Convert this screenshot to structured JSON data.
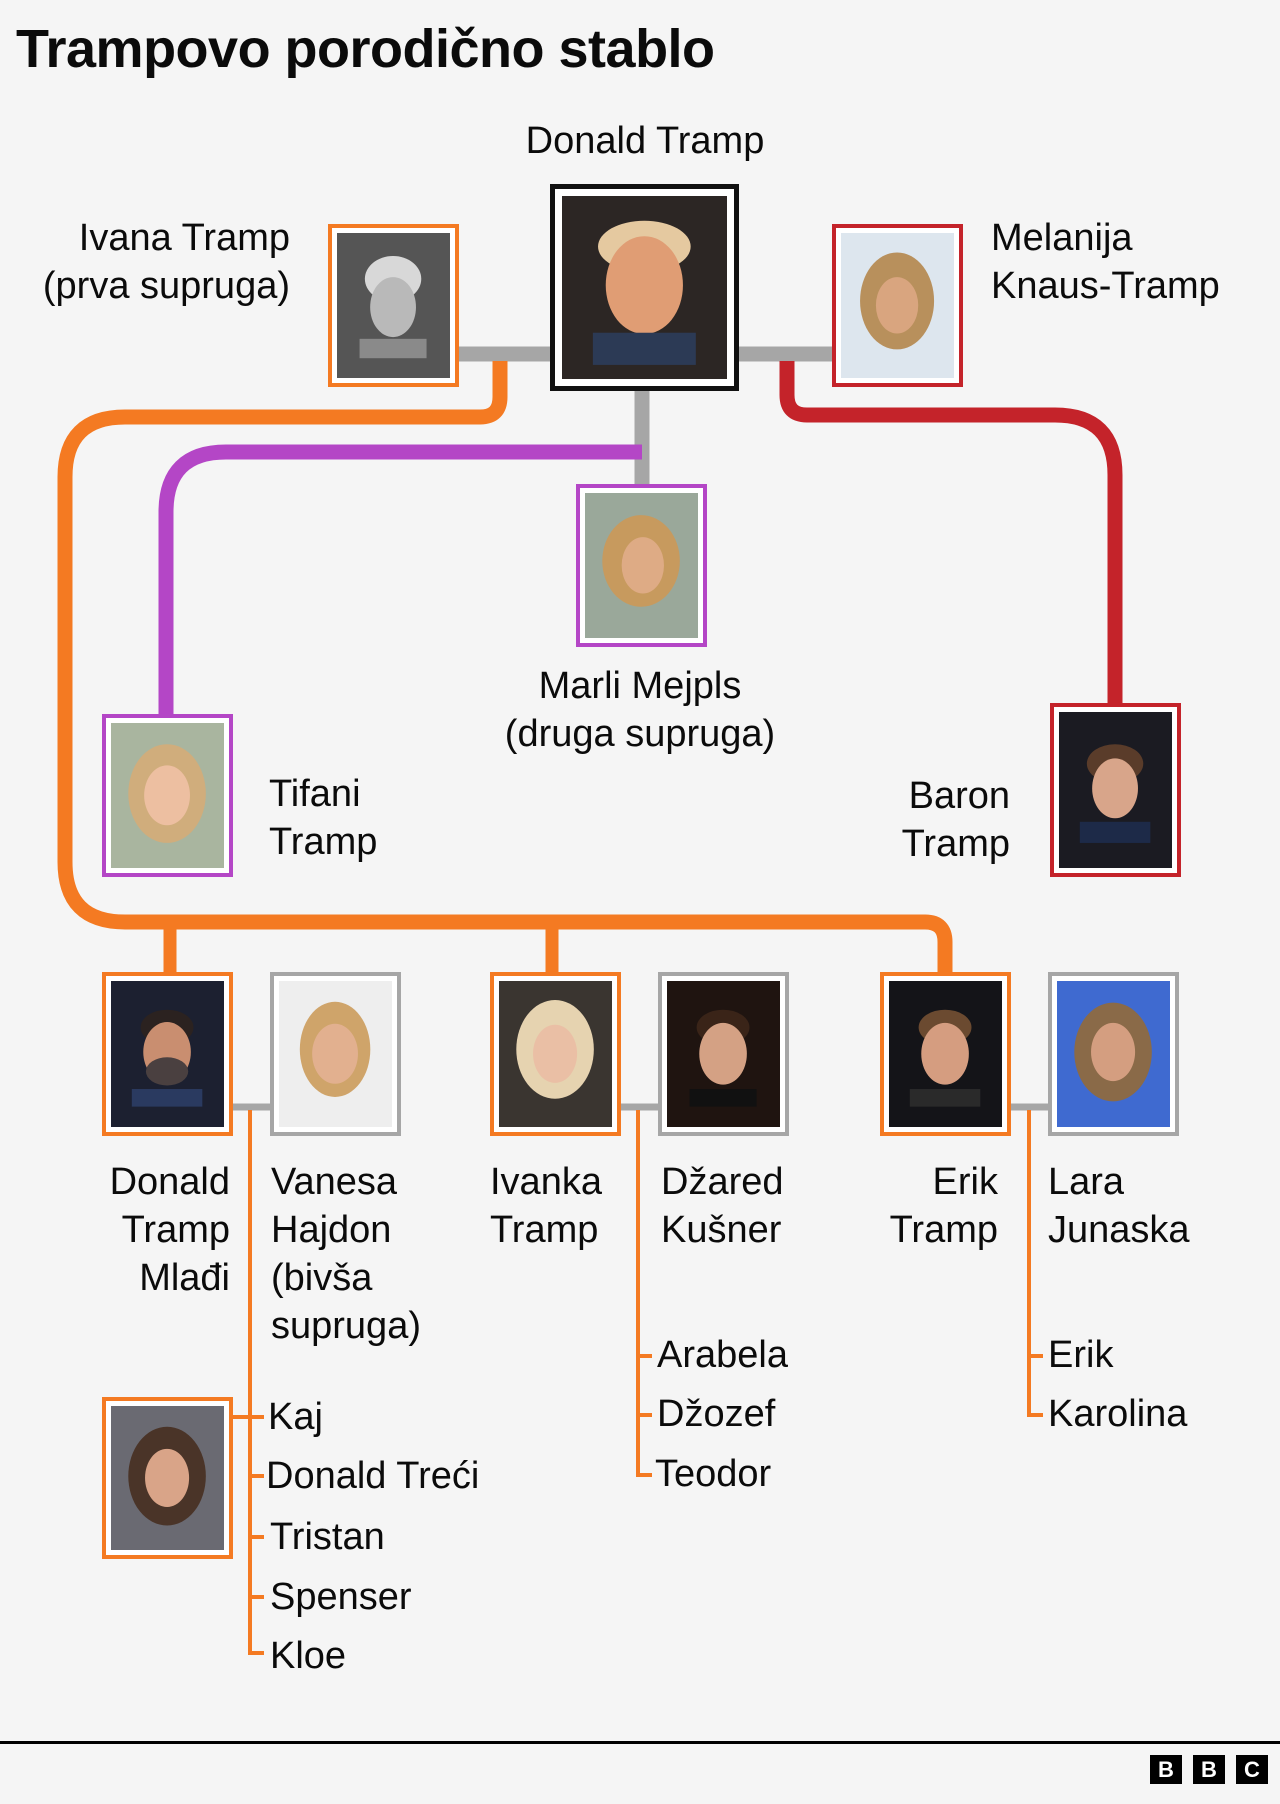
{
  "title": "Trampovo porodično stablo",
  "colors": {
    "background": "#f5f5f5",
    "ivana_line": "#f47a22",
    "marla_line": "#b446c6",
    "melania_line": "#c4232a",
    "spouse_line": "#a6a6a6"
  },
  "people": {
    "donald": {
      "label": "Donald Tramp"
    },
    "ivana": {
      "label": "Ivana Tramp\n(prva supruga)"
    },
    "melania": {
      "label": "Melanija\nKnaus-Tramp"
    },
    "marla": {
      "label": "Marli Mejpls\n(druga supruga)"
    },
    "tiffany": {
      "label": "Tifani\nTramp"
    },
    "barron": {
      "label": "Baron\nTramp"
    },
    "donald_jr": {
      "label": "Donald\nTramp\nMlađi"
    },
    "vanessa": {
      "label": "Vanesa\nHajdon\n(bivša\nsupruga)"
    },
    "ivanka": {
      "label": "Ivanka\nTramp"
    },
    "jared": {
      "label": "Džared\nKušner"
    },
    "eric": {
      "label": "Erik\nTramp"
    },
    "lara": {
      "label": "Lara\nJunaska"
    }
  },
  "grandchildren": {
    "donald_jr": [
      "Kaj",
      "Donald Treći",
      "Tristan",
      "Spenser",
      "Kloe"
    ],
    "ivanka": [
      "Arabela",
      "Džozef",
      "Teodor"
    ],
    "eric": [
      "Erik",
      "Karolina"
    ]
  },
  "footer": {
    "logo": [
      "B",
      "B",
      "C"
    ]
  }
}
